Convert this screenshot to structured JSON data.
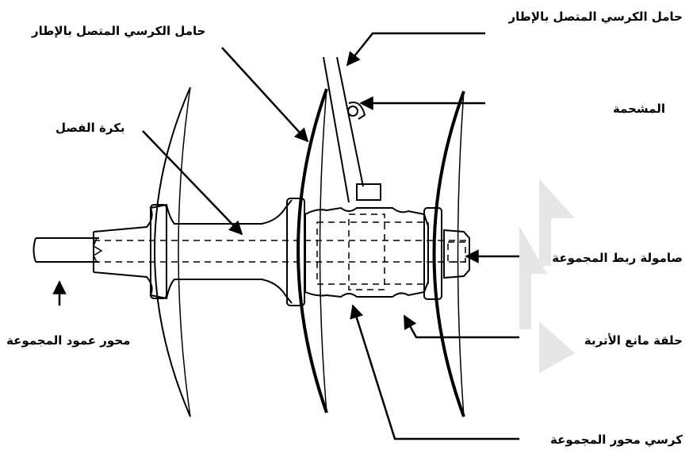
{
  "diagram": {
    "labels": {
      "bearing_holder_top_right": "حامل الكرسي المتصل بالإطار",
      "bearing_holder_top_left": "حامل الكرسي المتصل بالإطار",
      "grease_fitting": "المشحمة",
      "spacer_spool": "بكرة الفصل",
      "gang_bolt_nut": "صامولة ربط المجموعة",
      "gang_shaft_axis": "محور عمود المجموعة",
      "dust_seal_ring": "حلقة مانع الأتربة",
      "gang_axle_bearing": "كرسي محور المجموعة"
    },
    "colors": {
      "ink": "#000000",
      "watermark": "#e6e6e6",
      "background": "#ffffff"
    }
  }
}
